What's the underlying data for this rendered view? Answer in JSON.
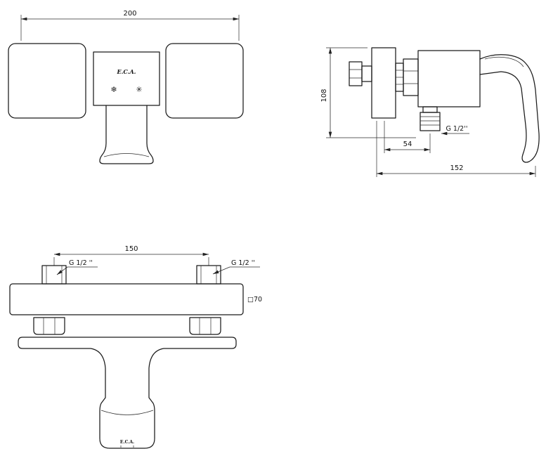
{
  "drawing": {
    "brand": "E.C.A.",
    "front_view": {
      "width_dim": "200",
      "cold_symbol": "❄",
      "hot_symbol": "✳"
    },
    "side_view": {
      "height_dim": "108",
      "offset_dim": "54",
      "thread_label": "G 1/2''",
      "depth_dim": "152"
    },
    "bottom_view": {
      "spacing_dim": "150",
      "thread_left": "G 1/2 ''",
      "thread_right": "G 1/2 ''",
      "square_dim": "□70"
    },
    "colors": {
      "line": "#1b1b1b",
      "background": "#ffffff"
    }
  }
}
